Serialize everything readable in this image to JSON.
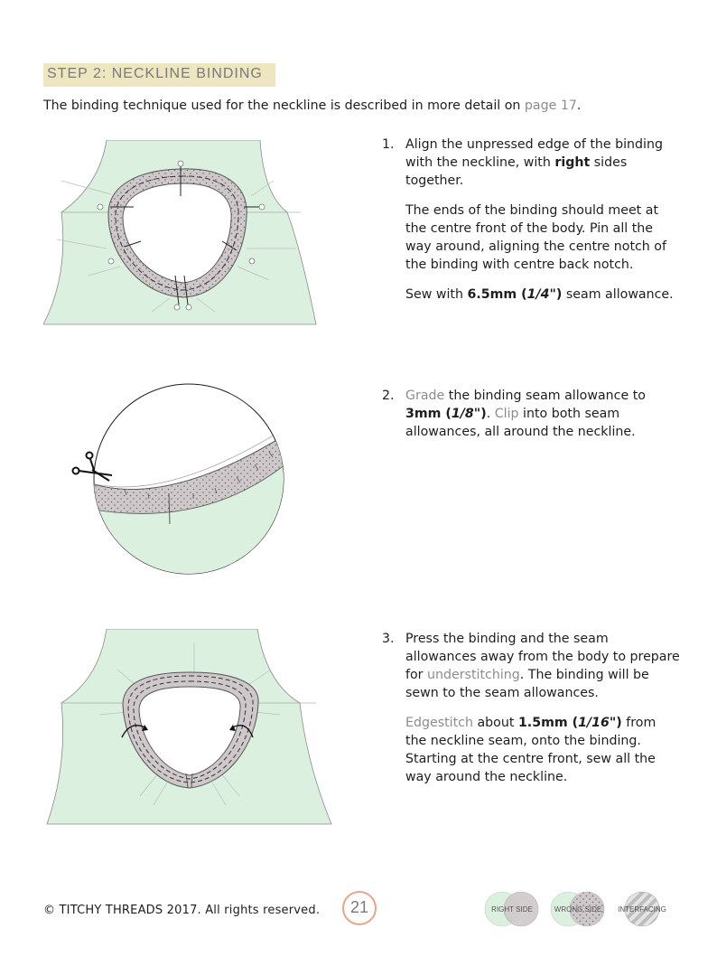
{
  "header": {
    "title": "STEP 2: NECKLINE BINDING"
  },
  "intro": {
    "text": "The binding technique used for the neckline is described in more detail on ",
    "link": "page 17",
    "end": "."
  },
  "steps": [
    {
      "number": "1.",
      "p1": {
        "a": "Align the unpressed edge of the binding with the neckline, with ",
        "b": "right",
        "c": " sides together."
      },
      "p2": "The ends of the binding should meet at the centre front of the body. Pin all the way around, aligning the centre notch of the binding with centre back notch.",
      "p3": {
        "a": "Sew with ",
        "b": "6.5mm (",
        "bi": "1/4\"",
        "b2": ")",
        "c": " seam allowance."
      }
    },
    {
      "number": "2.",
      "p1": {
        "hl1": "Grade",
        "a": " the binding seam allowance to ",
        "b": "3mm (",
        "bi": "1/8\"",
        "b2": ")",
        "c": ". ",
        "hl2": "Clip",
        "d": " into both seam allowances, all around the neckline."
      }
    },
    {
      "number": "3.",
      "p1": {
        "a": "Press the binding and the seam allowances away from the body to prepare for ",
        "hl": "understitching",
        "b": ". The binding will be sewn to the seam allowances."
      },
      "p2": {
        "hl": "Edgestitch",
        "a": " about ",
        "b": "1.5mm (",
        "bi": "1/16\"",
        "b2": ")",
        "c": " from the neckline seam, onto the binding. Starting at the centre front, sew all the way around the neckline."
      }
    }
  ],
  "footer": {
    "copyright": "© TITCHY THREADS 2017. All rights reserved.",
    "page_number": "21",
    "legend": [
      "RIGHT SIDE",
      "WRONG SIDE",
      "INTERFACING"
    ]
  },
  "colors": {
    "fabric_right": "#dcf0e0",
    "fabric_wrong": "#cfc8ca",
    "header_bg": "#ede6c0",
    "page_badge": "#e8a58c",
    "link": "#8c8c8c"
  }
}
